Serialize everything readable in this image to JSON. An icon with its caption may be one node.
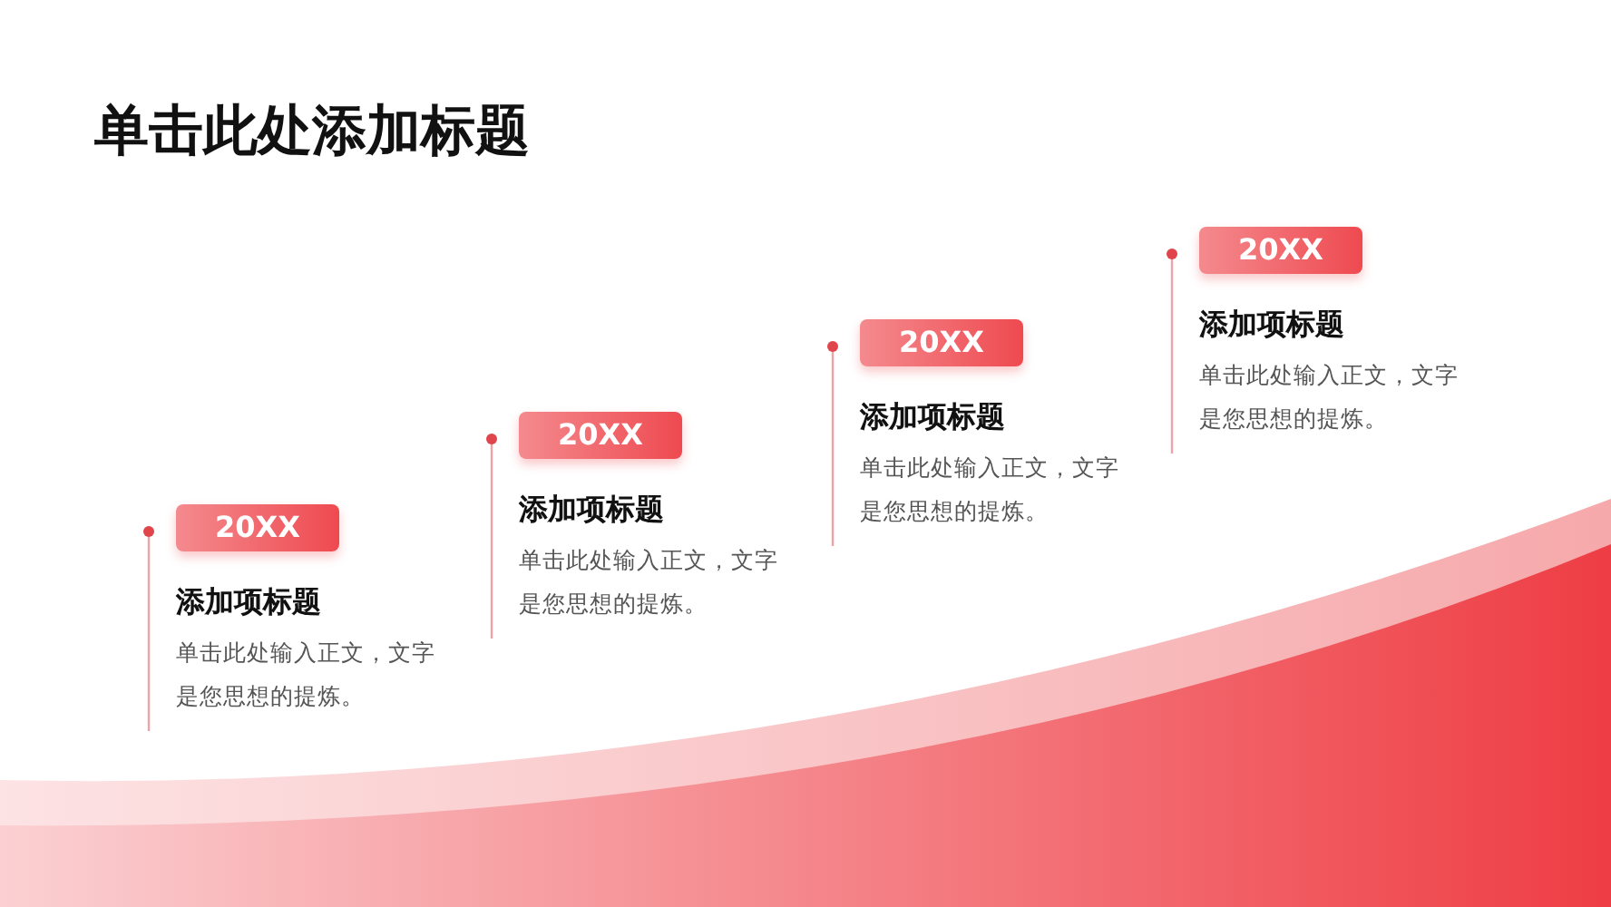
{
  "diagram": {
    "title": "单击此处添加标题",
    "nodes": [
      {
        "text": [
          "20XX"
        ],
        "beside": [
          "添加项标题",
          "单击此处输入正文，文字是您思想的提炼。"
        ]
      },
      {
        "text": [
          "20XX"
        ],
        "beside": [
          "添加项标题",
          "单击此处输入正文，文字是您思想的提炼。"
        ]
      },
      {
        "text": [
          "20XX"
        ],
        "beside": [
          "添加项标题",
          "单击此处输入正文，文字是您思想的提炼。"
        ]
      },
      {
        "text": [
          "20XX"
        ],
        "beside": [
          "添加项标题",
          "单击此处输入正文，文字是您思想的提炼。"
        ]
      }
    ]
  }
}
